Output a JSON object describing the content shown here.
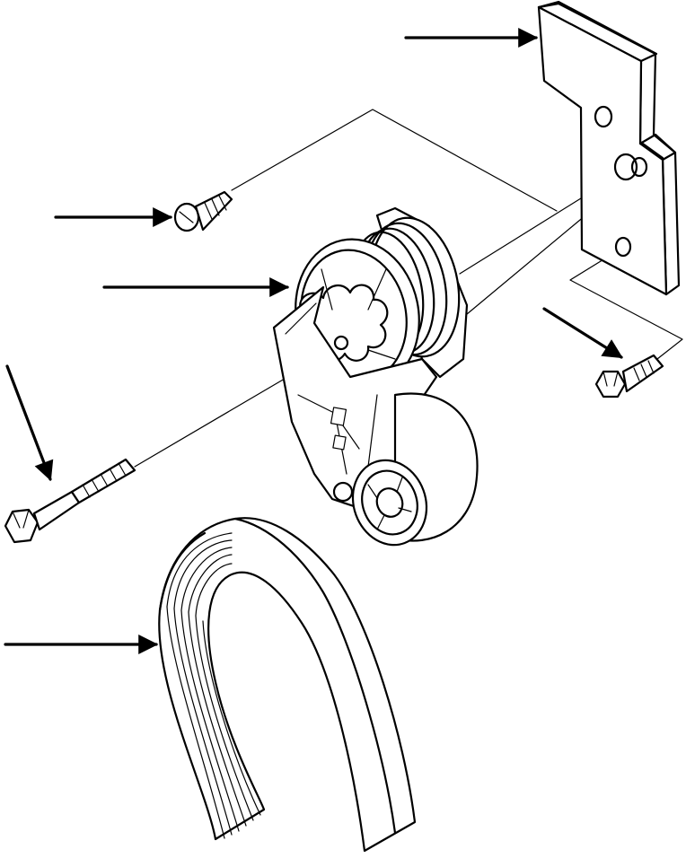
{
  "diagram": {
    "type": "exploded-parts-view",
    "colors": {
      "line": "#000000",
      "background": "#ffffff"
    },
    "parts": [
      {
        "id": "bracket",
        "icon": "mounting-bracket"
      },
      {
        "id": "flat-head-screw",
        "icon": "countersunk-screw"
      },
      {
        "id": "tensioner",
        "icon": "belt-tensioner"
      },
      {
        "id": "bracket-bolt",
        "icon": "flange-bolt"
      },
      {
        "id": "long-bolt",
        "icon": "hex-bolt"
      },
      {
        "id": "drive-belt",
        "icon": "ribbed-belt"
      }
    ]
  }
}
